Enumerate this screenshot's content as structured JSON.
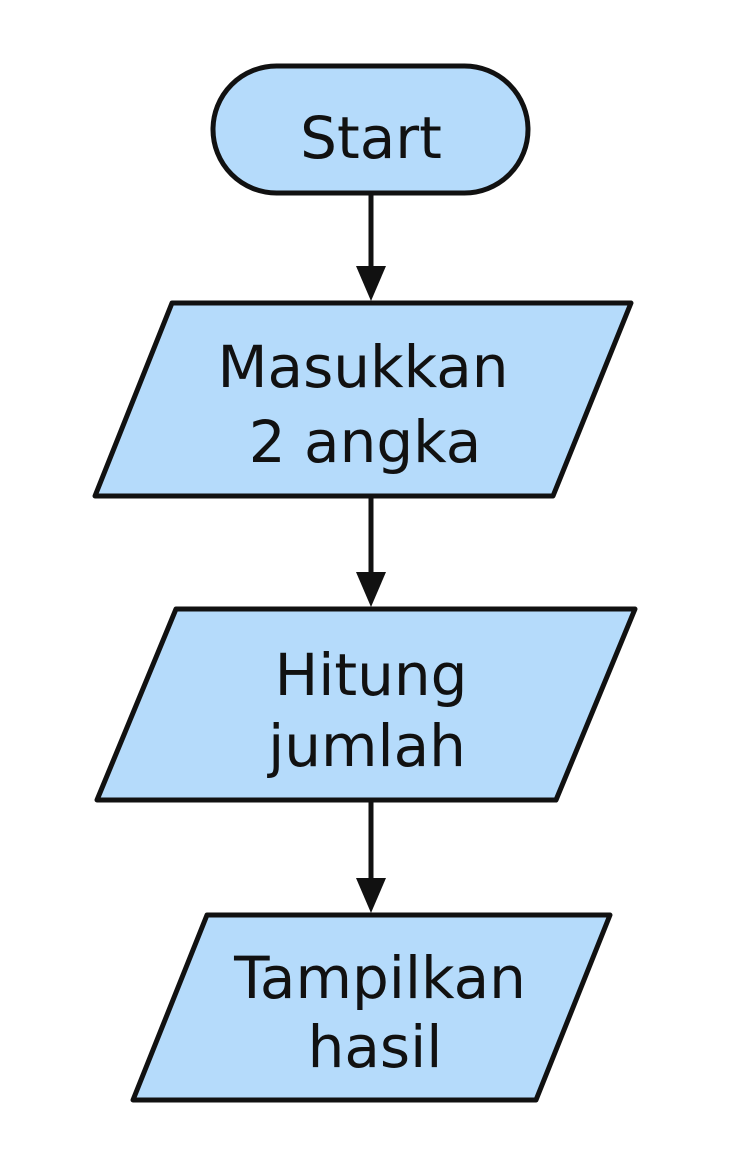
{
  "diagram": {
    "type": "flowchart",
    "colors": {
      "node_fill": "#b5dbfb",
      "stroke": "#111111",
      "text": "#111111",
      "background": "#ffffff"
    },
    "nodes": [
      {
        "id": "start",
        "shape": "terminator",
        "lines": [
          "Start"
        ]
      },
      {
        "id": "input",
        "shape": "parallelogram",
        "lines": [
          "Masukkan",
          "2 angka"
        ]
      },
      {
        "id": "process",
        "shape": "parallelogram",
        "lines": [
          "Hitung",
          "jumlah"
        ]
      },
      {
        "id": "output",
        "shape": "parallelogram",
        "lines": [
          "Tampilkan",
          "hasil"
        ]
      }
    ],
    "edges": [
      {
        "from": "start",
        "to": "input"
      },
      {
        "from": "input",
        "to": "process"
      },
      {
        "from": "process",
        "to": "output"
      }
    ]
  }
}
